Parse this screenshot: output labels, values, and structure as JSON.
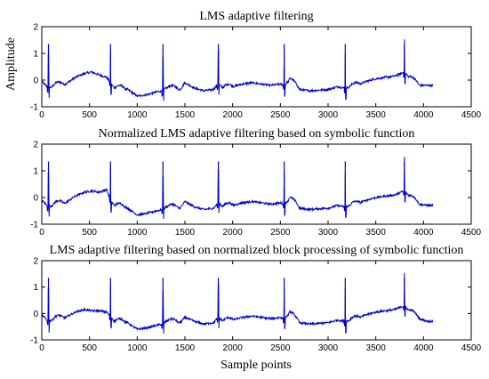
{
  "figure": {
    "ylabel": "Amplitude",
    "xlabel": "Sample points"
  },
  "chart_data": [
    {
      "type": "line",
      "title": "LMS adaptive filtering",
      "xlim": [
        0,
        4500
      ],
      "ylim": [
        -1,
        2
      ],
      "xticks": [
        0,
        500,
        1000,
        1500,
        2000,
        2500,
        3000,
        3500,
        4000,
        4500
      ],
      "yticks": [
        -1,
        0,
        1,
        2
      ],
      "grid": false,
      "color": "#0000cc",
      "spikes": [
        70,
        720,
        1270,
        1850,
        2540,
        3180,
        3800
      ],
      "series": [
        {
          "x": [
            0,
            70,
            150,
            250,
            350,
            450,
            520,
            600,
            680,
            720,
            760,
            900,
            1000,
            1100,
            1200,
            1270,
            1300,
            1450,
            1500,
            1600,
            1700,
            1800,
            1850,
            1900,
            2000,
            2100,
            2200,
            2300,
            2400,
            2500,
            2540,
            2600,
            2700,
            2800,
            2900,
            3000,
            3100,
            3180,
            3300,
            3400,
            3500,
            3600,
            3700,
            3800,
            3850,
            3950,
            4050,
            4100
          ],
          "y": [
            -0.05,
            -0.3,
            -0.2,
            -0.15,
            0.1,
            0.25,
            0.3,
            0.2,
            0.1,
            -0.1,
            -0.3,
            -0.35,
            -0.6,
            -0.55,
            -0.45,
            -0.4,
            -0.3,
            -0.35,
            -0.1,
            -0.3,
            -0.4,
            -0.35,
            -0.15,
            -0.3,
            -0.25,
            -0.15,
            -0.1,
            -0.15,
            -0.2,
            -0.15,
            -0.2,
            0.0,
            -0.35,
            -0.4,
            -0.38,
            -0.35,
            -0.25,
            -0.3,
            -0.2,
            -0.05,
            0.05,
            0.1,
            0.15,
            0.3,
            0.1,
            -0.2,
            -0.2,
            -0.2
          ]
        }
      ]
    },
    {
      "type": "line",
      "title": "Normalized LMS adaptive filtering based on symbolic function",
      "xlim": [
        0,
        4500
      ],
      "ylim": [
        -1,
        2
      ],
      "xticks": [
        0,
        500,
        1000,
        1500,
        2000,
        2500,
        3000,
        3500,
        4000,
        4500
      ],
      "yticks": [
        -1,
        0,
        1,
        2
      ],
      "grid": false,
      "color": "#0000cc",
      "spikes": [
        70,
        720,
        1270,
        1850,
        2540,
        3180,
        3800
      ],
      "series": [
        {
          "x": [
            0,
            70,
            150,
            250,
            350,
            450,
            520,
            600,
            680,
            720,
            760,
            900,
            1000,
            1100,
            1200,
            1270,
            1300,
            1450,
            1500,
            1600,
            1700,
            1800,
            1850,
            1900,
            2000,
            2100,
            2200,
            2300,
            2400,
            2500,
            2540,
            2600,
            2700,
            2800,
            2900,
            3000,
            3100,
            3180,
            3300,
            3400,
            3500,
            3600,
            3700,
            3800,
            3850,
            3950,
            4050,
            4100
          ],
          "y": [
            -0.1,
            -0.35,
            -0.25,
            -0.2,
            0.05,
            0.2,
            0.25,
            0.2,
            0.3,
            -0.1,
            -0.3,
            -0.4,
            -0.65,
            -0.6,
            -0.5,
            -0.45,
            -0.35,
            -0.4,
            -0.15,
            -0.35,
            -0.45,
            -0.4,
            -0.2,
            -0.35,
            -0.3,
            -0.2,
            -0.15,
            -0.2,
            -0.25,
            -0.2,
            -0.25,
            -0.05,
            -0.4,
            -0.45,
            -0.42,
            -0.4,
            -0.3,
            -0.35,
            -0.25,
            -0.1,
            0.0,
            0.05,
            0.1,
            0.25,
            0.05,
            -0.25,
            -0.3,
            -0.3
          ]
        }
      ]
    },
    {
      "type": "line",
      "title": "LMS adaptive filtering based on normalized block processing of symbolic function",
      "xlim": [
        0,
        4500
      ],
      "ylim": [
        -1,
        2
      ],
      "xticks": [
        0,
        500,
        1000,
        1500,
        2000,
        2500,
        3000,
        3500,
        4000,
        4500
      ],
      "yticks": [
        -1,
        0,
        1,
        2
      ],
      "grid": false,
      "color": "#0000cc",
      "spikes": [
        70,
        720,
        1270,
        1850,
        2540,
        3180,
        3800
      ],
      "series": [
        {
          "x": [
            0,
            70,
            150,
            250,
            350,
            450,
            520,
            600,
            680,
            720,
            760,
            900,
            1000,
            1100,
            1200,
            1270,
            1300,
            1450,
            1500,
            1600,
            1700,
            1800,
            1850,
            1900,
            2000,
            2100,
            2200,
            2300,
            2400,
            2500,
            2540,
            2600,
            2700,
            2800,
            2900,
            3000,
            3100,
            3180,
            3300,
            3400,
            3500,
            3600,
            3700,
            3800,
            3850,
            3950,
            4050,
            4100
          ],
          "y": [
            -0.05,
            -0.3,
            -0.2,
            -0.15,
            0.05,
            0.15,
            0.1,
            0.1,
            0.05,
            -0.1,
            -0.3,
            -0.35,
            -0.6,
            -0.55,
            -0.45,
            -0.4,
            -0.3,
            -0.35,
            -0.15,
            -0.3,
            -0.4,
            -0.35,
            -0.15,
            -0.3,
            -0.25,
            -0.15,
            -0.1,
            -0.15,
            -0.2,
            -0.15,
            -0.2,
            0.0,
            -0.35,
            -0.4,
            -0.38,
            -0.35,
            -0.25,
            -0.3,
            -0.2,
            -0.05,
            0.05,
            0.1,
            0.15,
            0.3,
            0.1,
            -0.2,
            -0.3,
            -0.3
          ]
        }
      ]
    }
  ]
}
